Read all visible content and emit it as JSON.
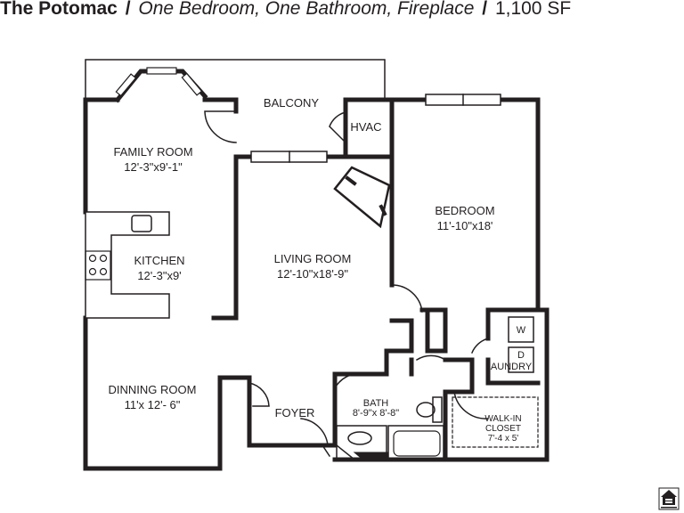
{
  "header": {
    "name": "The Potomac",
    "separator": "/",
    "description": "One Bedroom, One Bathroom, Fireplace",
    "area": "1,100 SF"
  },
  "rooms": {
    "balcony": {
      "name": "BALCONY"
    },
    "hvac": {
      "name": "HVAC"
    },
    "family_room": {
      "name": "FAMILY ROOM",
      "size": "12'-3\"x9'-1\""
    },
    "kitchen": {
      "name": "KITCHEN",
      "size": "12'-3\"x9'"
    },
    "living_room": {
      "name": "LIVING ROOM",
      "size": "12'-10\"x18'-9\""
    },
    "bedroom": {
      "name": "BEDROOM",
      "size": "11'-10\"x18'"
    },
    "dining_room": {
      "name": "DINNING ROOM",
      "size": "11'x 12'- 6\""
    },
    "foyer": {
      "name": "FOYER"
    },
    "bath": {
      "name": "BATH",
      "size": "8'-9\"x 8'-8\""
    },
    "laundry": {
      "name": "LAUNDRY",
      "washer": "W",
      "dryer": "D"
    },
    "closet": {
      "name_line1": "WALK-IN",
      "name_line2": "CLOSET",
      "size": "7'-4 x 5'"
    }
  }
}
